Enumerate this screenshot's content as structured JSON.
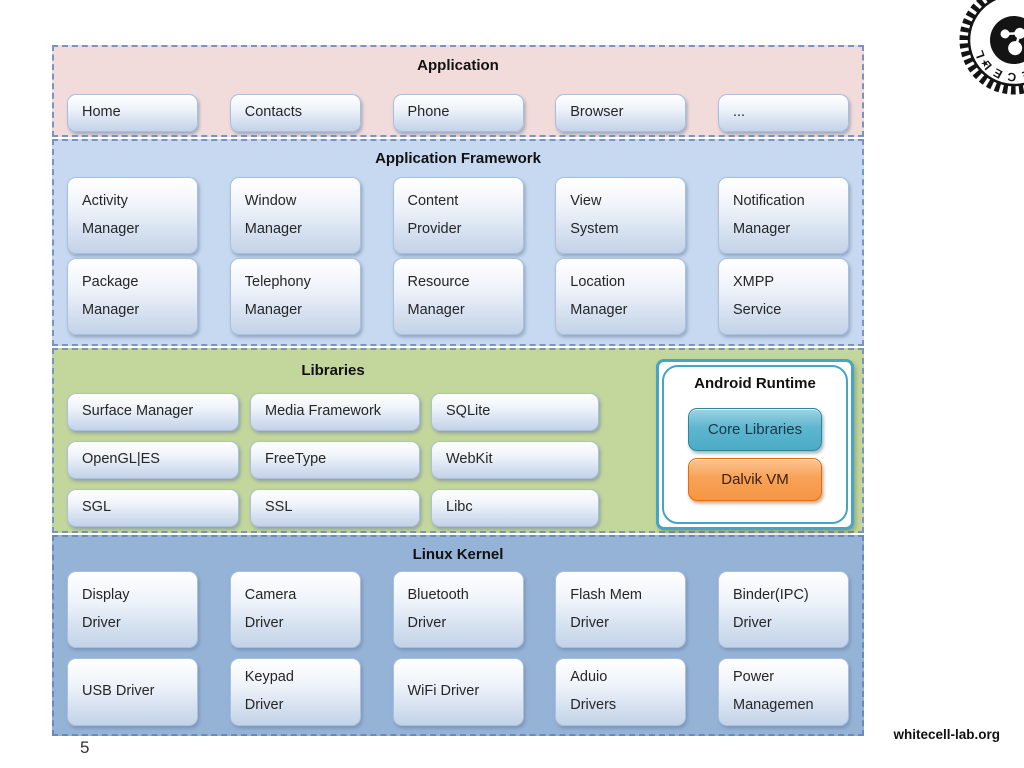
{
  "slide": {
    "page_number": "5",
    "footer_brand": "whitecell-lab.org"
  },
  "stamp": {
    "text": "WHITECELL",
    "icon": "molecule-seal"
  },
  "colors": {
    "application_bg": "#f2dcdb",
    "framework_bg": "#c6d9f1",
    "libraries_bg": "#c3d69b",
    "kernel_bg": "#95b3d7",
    "button_gradient_bottom": "#c3d3e8",
    "runtime_frame": "#44a5c4",
    "core_libraries_btn": "#4bacc6",
    "dalvik_vm_btn": "#f79646"
  },
  "application": {
    "title": "Application",
    "items": [
      "Home",
      "Contacts",
      "Phone",
      "Browser",
      "..."
    ]
  },
  "framework": {
    "title": "Application Framework",
    "items": [
      "Activity\nManager",
      "Window\nManager",
      "Content\nProvider",
      "View\nSystem",
      "Notification\nManager",
      "Package\nManager",
      "Telephony\nManager",
      "Resource\nManager",
      "Location\nManager",
      "XMPP\nService"
    ]
  },
  "libraries": {
    "title": "Libraries",
    "items": [
      "Surface Manager",
      "Media Framework",
      "SQLite",
      "OpenGL|ES",
      "FreeType",
      "WebKit",
      "SGL",
      "SSL",
      "Libc"
    ]
  },
  "runtime": {
    "title": "Android Runtime",
    "items": [
      "Core Libraries",
      "Dalvik VM"
    ]
  },
  "kernel": {
    "title": "Linux Kernel",
    "items": [
      "Display\nDriver",
      "Camera\nDriver",
      "Bluetooth\nDriver",
      "Flash Mem\nDriver",
      "Binder(IPC)\nDriver",
      "USB Driver",
      "Keypad\nDriver",
      "WiFi Driver",
      "Aduio\nDrivers",
      "Power\nManagemen"
    ]
  }
}
